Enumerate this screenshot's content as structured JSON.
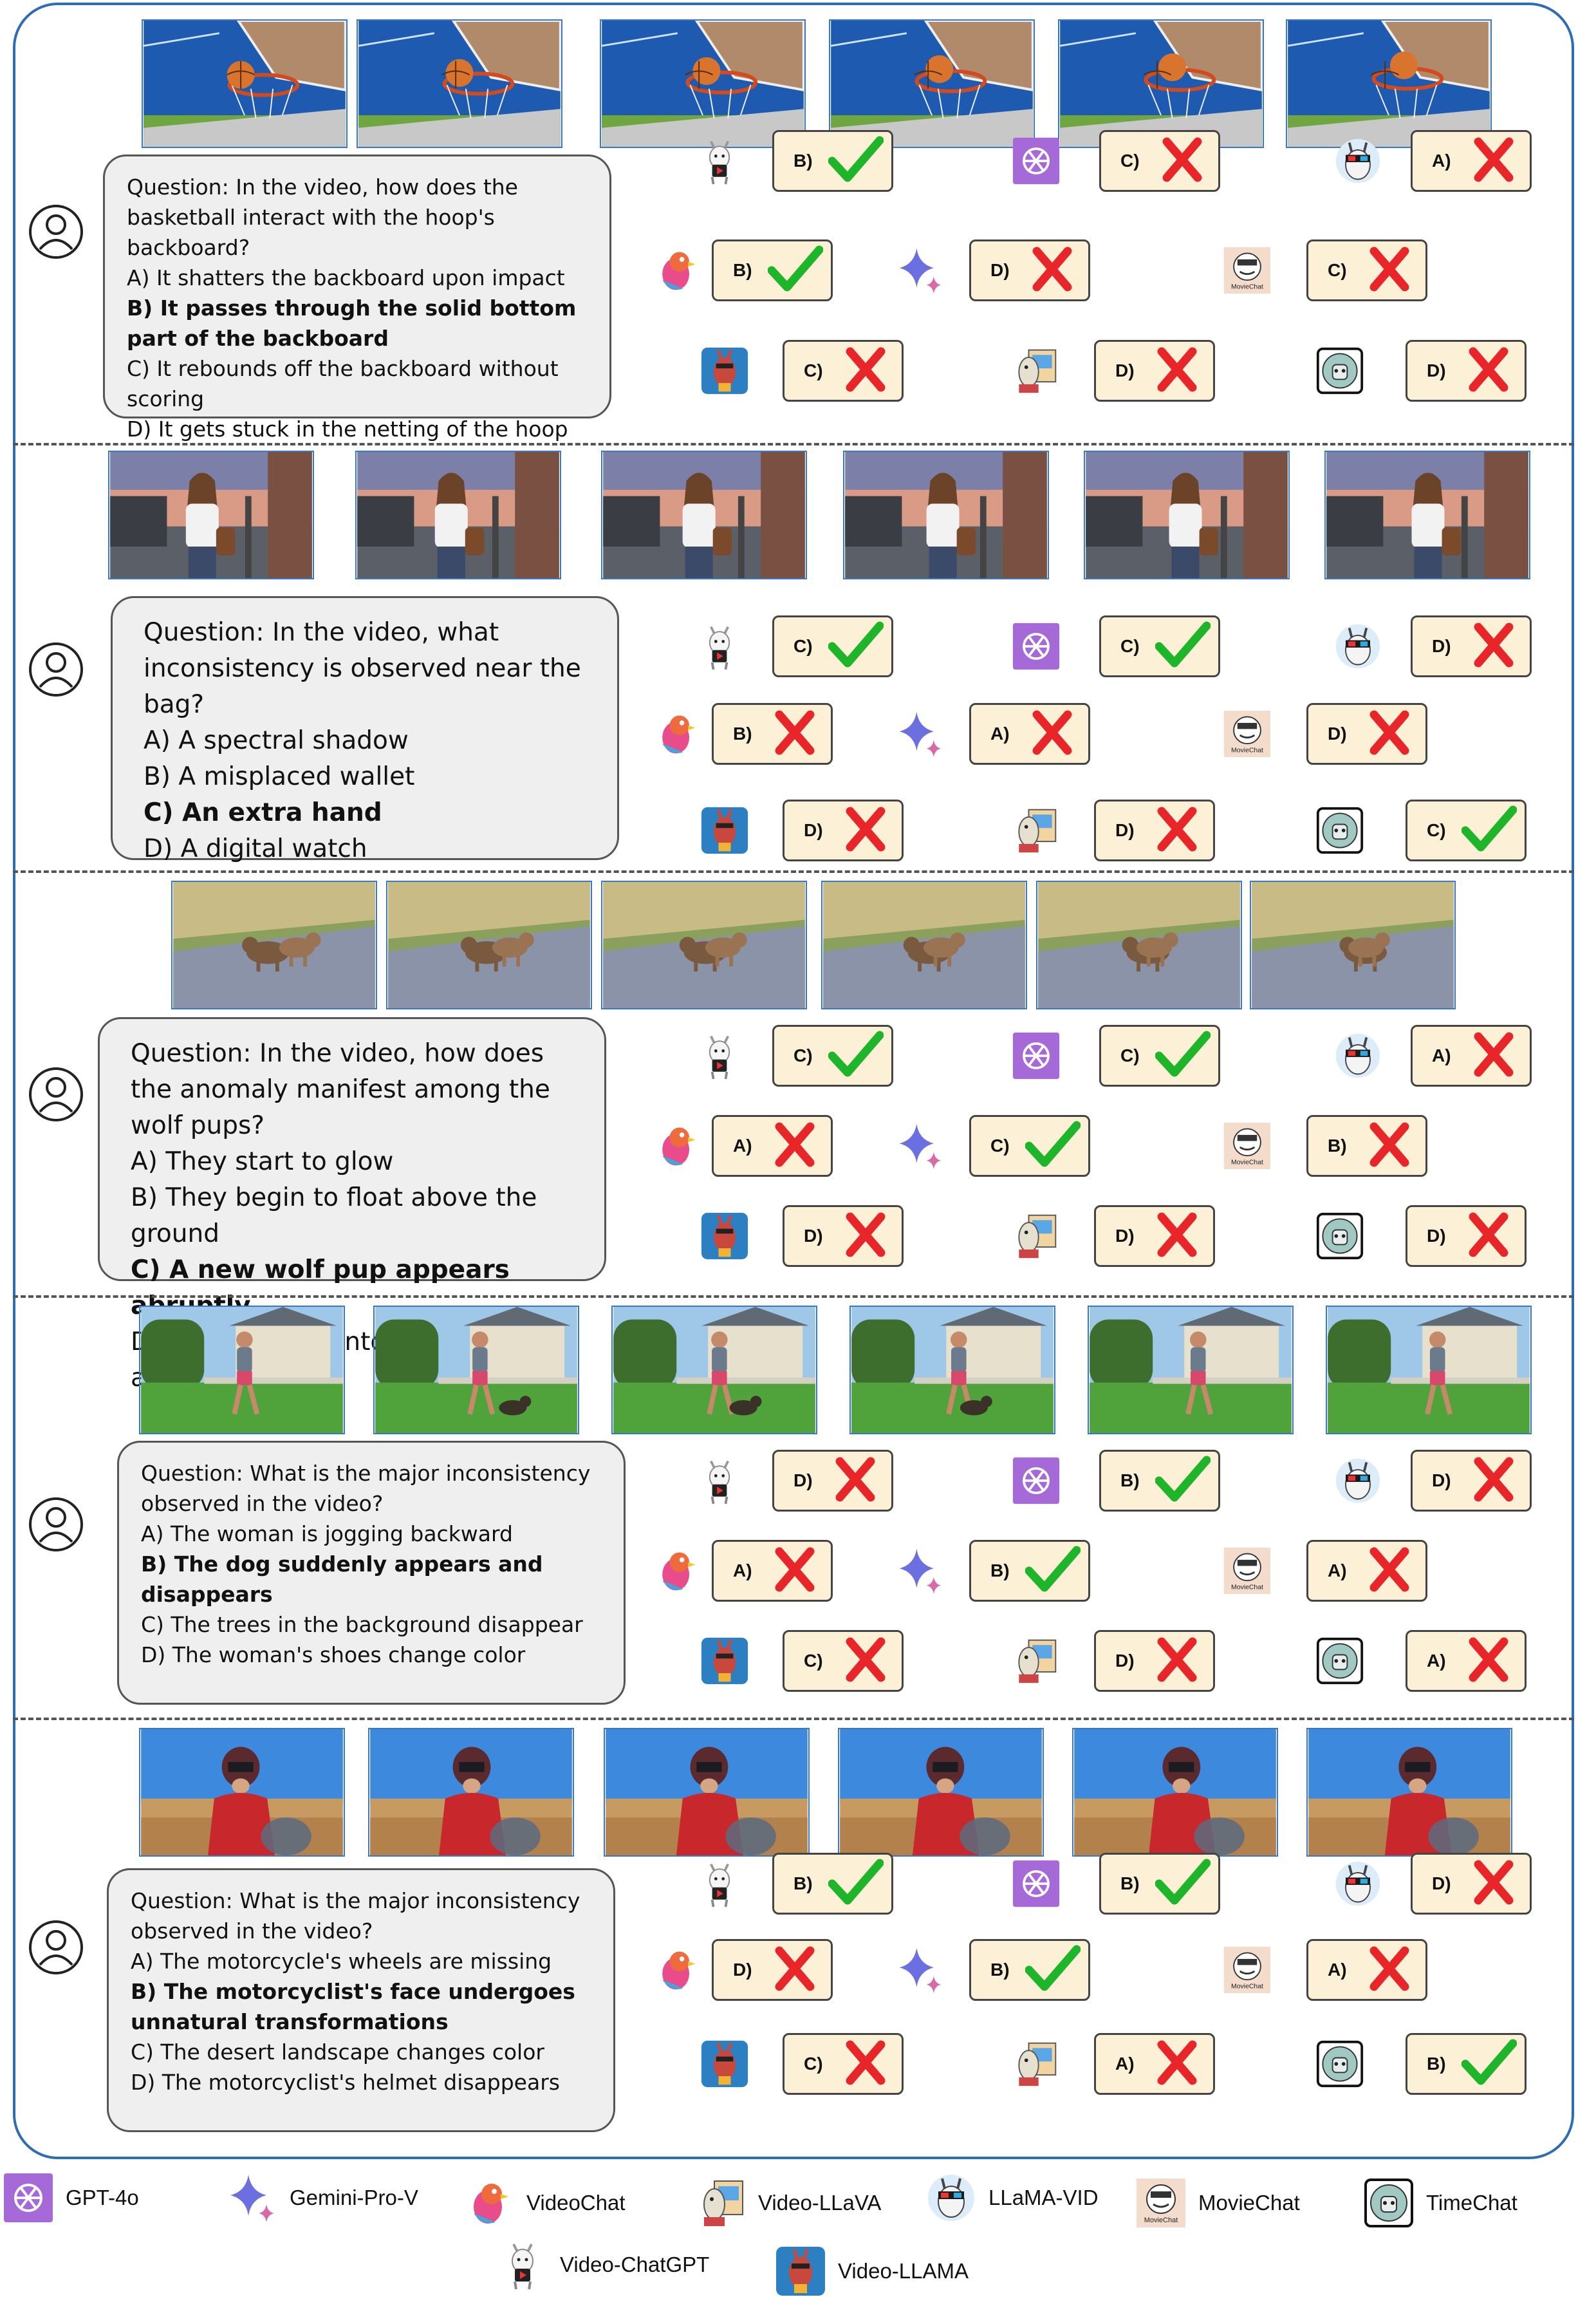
{
  "colors": {
    "frame_border": "#2e6db4",
    "box_fill": "#efefef",
    "answer_fill": "#fcf1d6",
    "check_green": "#1fb52a",
    "cross_red": "#e8262a"
  },
  "models": {
    "videochatgpt": "Video-ChatGPT",
    "gpt4o": "GPT-4o",
    "llamavid": "LLaMA-VID",
    "videochat": "VideoChat",
    "gemini": "Gemini-Pro-V",
    "moviechat": "MovieChat",
    "videollama": "Video-LLAMA",
    "videollava": "Video-LLaVA",
    "timechat": "TimeChat"
  },
  "moviechat_badge": "MovieChat",
  "examples": [
    {
      "scene": "basketball-hoop",
      "question": "Question: In the video, how does the basketball interact with the hoop's backboard?",
      "options": [
        "A) It shatters the backboard upon impact",
        "B) It passes through the solid bottom part of the backboard",
        "C) It rebounds off the backboard without scoring",
        "D) It gets stuck in the netting of the hoop"
      ],
      "correct_index": 1,
      "answers": {
        "videochatgpt": {
          "letter": "B)",
          "result": "check-icon"
        },
        "gpt4o": {
          "letter": "C)",
          "result": "cross-icon"
        },
        "llamavid": {
          "letter": "A)",
          "result": "cross-icon"
        },
        "videochat": {
          "letter": "B)",
          "result": "check-icon"
        },
        "gemini": {
          "letter": "D)",
          "result": "cross-icon"
        },
        "moviechat": {
          "letter": "C)",
          "result": "cross-icon"
        },
        "videollama": {
          "letter": "C)",
          "result": "cross-icon"
        },
        "videollava": {
          "letter": "D)",
          "result": "cross-icon"
        },
        "timechat": {
          "letter": "D)",
          "result": "cross-icon"
        }
      }
    },
    {
      "scene": "woman-with-bag",
      "question": "Question: In the video, what inconsistency is observed near the bag?",
      "options": [
        "A) A spectral shadow",
        "B) A misplaced wallet",
        "C) An extra hand",
        "D) A digital watch"
      ],
      "correct_index": 2,
      "answers": {
        "videochatgpt": {
          "letter": "C)",
          "result": "check-icon"
        },
        "gpt4o": {
          "letter": "C)",
          "result": "check-icon"
        },
        "llamavid": {
          "letter": "D)",
          "result": "cross-icon"
        },
        "videochat": {
          "letter": "B)",
          "result": "cross-icon"
        },
        "gemini": {
          "letter": "A)",
          "result": "cross-icon"
        },
        "moviechat": {
          "letter": "D)",
          "result": "cross-icon"
        },
        "videollama": {
          "letter": "D)",
          "result": "cross-icon"
        },
        "videollava": {
          "letter": "D)",
          "result": "cross-icon"
        },
        "timechat": {
          "letter": "C)",
          "result": "check-icon"
        }
      }
    },
    {
      "scene": "wolf-pups",
      "question": "Question: In the video, how does the anomaly manifest among the wolf pups?",
      "options": [
        "A) They start to glow",
        "B) They begin to float above the ground",
        "C) A new wolf pup appears abruptly",
        "D) They change into different animals"
      ],
      "correct_index": 2,
      "answers": {
        "videochatgpt": {
          "letter": "C)",
          "result": "check-icon"
        },
        "gpt4o": {
          "letter": "C)",
          "result": "check-icon"
        },
        "llamavid": {
          "letter": "A)",
          "result": "cross-icon"
        },
        "videochat": {
          "letter": "A)",
          "result": "cross-icon"
        },
        "gemini": {
          "letter": "C)",
          "result": "check-icon"
        },
        "moviechat": {
          "letter": "B)",
          "result": "cross-icon"
        },
        "videollama": {
          "letter": "D)",
          "result": "cross-icon"
        },
        "videollava": {
          "letter": "D)",
          "result": "cross-icon"
        },
        "timechat": {
          "letter": "D)",
          "result": "cross-icon"
        }
      }
    },
    {
      "scene": "jogging-woman",
      "question": "Question: What is the major inconsistency observed in the video?",
      "options": [
        "A) The woman is jogging backward",
        "B) The dog suddenly appears and disappears",
        "C) The trees in the background disappear",
        "D) The woman's shoes change color"
      ],
      "correct_index": 1,
      "answers": {
        "videochatgpt": {
          "letter": "D)",
          "result": "cross-icon"
        },
        "gpt4o": {
          "letter": "B)",
          "result": "check-icon"
        },
        "llamavid": {
          "letter": "D)",
          "result": "cross-icon"
        },
        "videochat": {
          "letter": "A)",
          "result": "cross-icon"
        },
        "gemini": {
          "letter": "B)",
          "result": "check-icon"
        },
        "moviechat": {
          "letter": "A)",
          "result": "cross-icon"
        },
        "videollama": {
          "letter": "C)",
          "result": "cross-icon"
        },
        "videollava": {
          "letter": "D)",
          "result": "cross-icon"
        },
        "timechat": {
          "letter": "A)",
          "result": "cross-icon"
        }
      }
    },
    {
      "scene": "motorcyclist",
      "question": "Question: What is the major inconsistency observed in the video?",
      "options": [
        "A) The motorcycle's wheels are missing",
        "B) The motorcyclist's face undergoes unnatural transformations",
        "C) The desert landscape changes color",
        "D) The motorcyclist's helmet disappears"
      ],
      "correct_index": 1,
      "answers": {
        "videochatgpt": {
          "letter": "B)",
          "result": "check-icon"
        },
        "gpt4o": {
          "letter": "B)",
          "result": "check-icon"
        },
        "llamavid": {
          "letter": "D)",
          "result": "cross-icon"
        },
        "videochat": {
          "letter": "D)",
          "result": "cross-icon"
        },
        "gemini": {
          "letter": "B)",
          "result": "check-icon"
        },
        "moviechat": {
          "letter": "A)",
          "result": "cross-icon"
        },
        "videollama": {
          "letter": "C)",
          "result": "cross-icon"
        },
        "videollava": {
          "letter": "A)",
          "result": "cross-icon"
        },
        "timechat": {
          "letter": "B)",
          "result": "check-icon"
        }
      }
    }
  ],
  "legend": [
    {
      "model": "gpt4o",
      "label": "GPT-4o"
    },
    {
      "model": "gemini",
      "label": "Gemini-Pro-V"
    },
    {
      "model": "videochat",
      "label": "VideoChat"
    },
    {
      "model": "videollava",
      "label": "Video-LLaVA"
    },
    {
      "model": "llamavid",
      "label": "LLaMA-VID"
    },
    {
      "model": "moviechat",
      "label": "MovieChat"
    },
    {
      "model": "timechat",
      "label": "TimeChat"
    },
    {
      "model": "videochatgpt",
      "label": "Video-ChatGPT"
    },
    {
      "model": "videollama",
      "label": "Video-LLAMA"
    }
  ]
}
